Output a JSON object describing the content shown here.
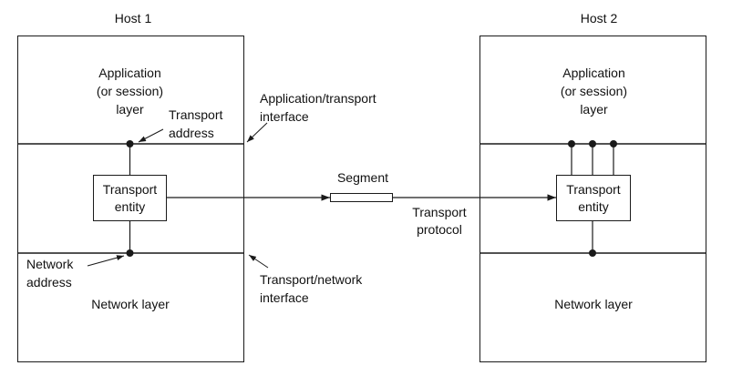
{
  "diagram": {
    "hosts": [
      {
        "title": "Host 1",
        "app_layer": "Application\n(or session)\nlayer",
        "entity": "Transport\nentity",
        "network_layer": "Network layer"
      },
      {
        "title": "Host 2",
        "app_layer": "Application\n(or session)\nlayer",
        "entity": "Transport\nentity",
        "network_layer": "Network layer"
      }
    ],
    "labels": {
      "transport_address": "Transport\naddress",
      "app_transport_interface": "Application/transport\ninterface",
      "network_address": "Network\naddress",
      "transport_network_interface": "Transport/network\ninterface",
      "segment": "Segment",
      "transport_protocol": "Transport\nprotocol"
    },
    "colors": {
      "line": "#1a1a1a",
      "text": "#111111",
      "background": "#ffffff",
      "box_fill": "#ffffff"
    }
  }
}
